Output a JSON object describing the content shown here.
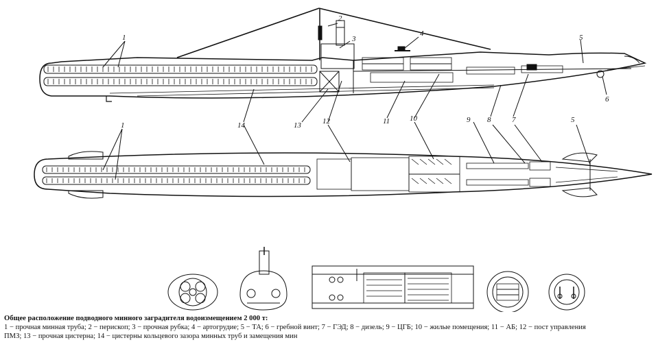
{
  "callouts": {
    "side": [
      "1",
      "2",
      "3",
      "4",
      "5",
      "6"
    ],
    "bottom_side": [
      "14",
      "13",
      "12",
      "11",
      "10",
      "9",
      "8",
      "7",
      "5"
    ],
    "plan": [
      "1"
    ]
  },
  "caption": {
    "title": "Общее расположение подводного минного заградителя водоизмещением 2 000 т:",
    "legend_line1": "1 − прочная минная труба; 2 − перископ; 3 − прочная рубка; 4 − артогрудие; 5 − ТА; 6 − гребной винт; 7 − ГЭД; 8 − дизель; 9 − ЦГБ; 10 − жилые помещения; 11 − АБ; 12 − пост управления",
    "legend_line2": "ПМЗ; 13 − прочная цистерна; 14 − цистерны кольцевого зазора минных труб и замещения мин"
  },
  "colors": {
    "ink": "#111111",
    "paper": "#ffffff"
  }
}
